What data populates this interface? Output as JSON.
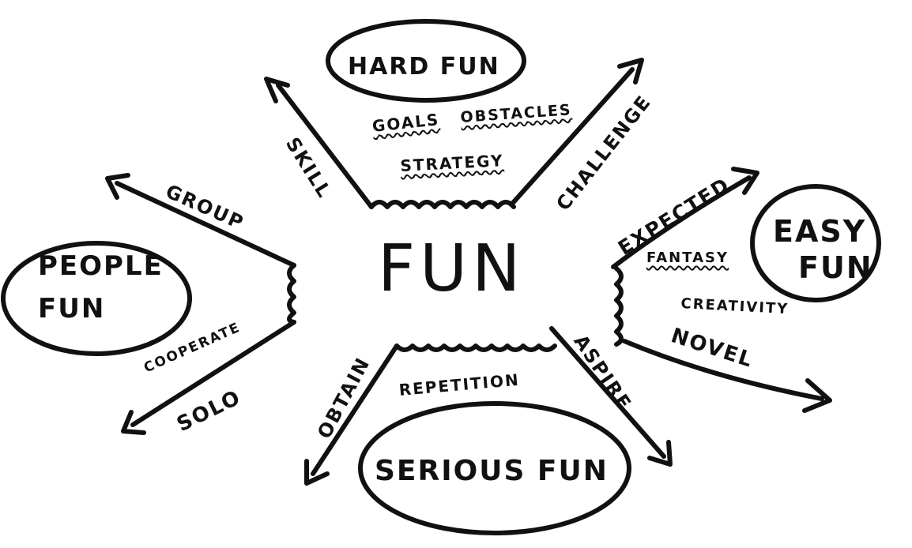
{
  "center": "FUN",
  "bubbles": {
    "hard_fun": "HARD FUN",
    "easy_fun_line1": "EASY",
    "easy_fun_line2": "FUN",
    "people_fun_line1": "PEOPLE",
    "people_fun_line2": "FUN",
    "serious_fun": "SERIOUS FUN"
  },
  "hard_fun_words": {
    "goals": "GOALS",
    "obstacles": "OBSTACLES",
    "strategy": "STRATEGY"
  },
  "easy_fun_words": {
    "fantasy": "FANTASY",
    "creativity": "CREATIVITY",
    "novel": "NOVEL"
  },
  "serious_fun_words": {
    "repetition": "REPETITION"
  },
  "people_fun_words": {
    "cooperate": "COOPERATE"
  },
  "axis_labels": {
    "skill": "SKILL",
    "challenge": "CHALLENGE",
    "expected": "EXPECTED",
    "group": "GROUP",
    "solo": "SOLO",
    "obtain": "OBTAIN",
    "aspire": "ASPIRE"
  }
}
